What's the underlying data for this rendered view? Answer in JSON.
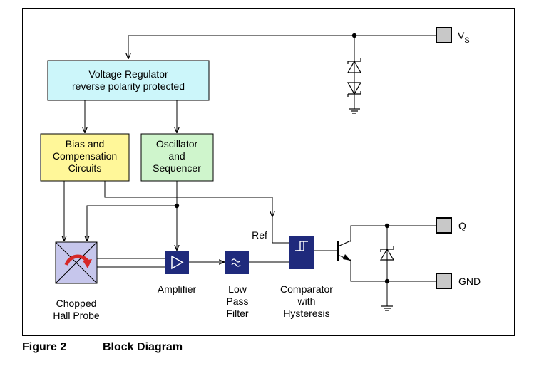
{
  "blocks": {
    "regulator": {
      "line1": "Voltage Regulator",
      "line2": "reverse polarity protected"
    },
    "bias": {
      "line1": "Bias and",
      "line2": "Compensation",
      "line3": "Circuits"
    },
    "oscillator": {
      "line1": "Oscillator",
      "line2": "and",
      "line3": "Sequencer"
    },
    "hall_probe": {
      "line1": "Chopped",
      "line2": "Hall Probe"
    },
    "amplifier": {
      "label": "Amplifier"
    },
    "filter": {
      "line1": "Low",
      "line2": "Pass",
      "line3": "Filter"
    },
    "comparator": {
      "line1": "Comparator",
      "line2": "with",
      "line3": "Hysteresis"
    },
    "ref_label": "Ref"
  },
  "pins": {
    "vs": {
      "main": "V",
      "sub": "S"
    },
    "q": "Q",
    "gnd": "GND"
  },
  "caption": {
    "figure": "Figure 2",
    "title": "Block Diagram"
  },
  "colors": {
    "regulator_fill": "#ccf6fa",
    "bias_fill": "#fff799",
    "oscillator_fill": "#cff5cc",
    "hall_fill": "#c6c6ec",
    "block_dark": "#1f2a7c",
    "hall_arrow": "#d62727",
    "pin_fill": "#c8c8c8"
  },
  "icons": {
    "amplifier": "triangle-icon",
    "filter": "tilde-icon",
    "comparator": "hysteresis-icon",
    "hall_arrow": "curved-arrow-icon",
    "pins": "pad-icon",
    "ground": "ground-icon",
    "diode": "zener-diode-icon",
    "transistor": "npn-transistor-icon"
  }
}
